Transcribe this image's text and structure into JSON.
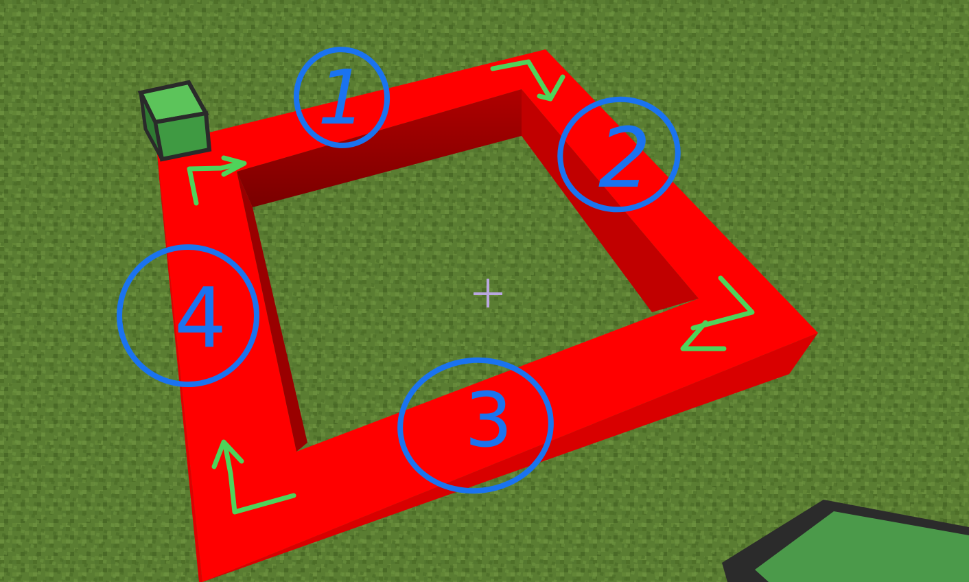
{
  "scene": {
    "ground_color": "#5a7d32",
    "ring_color": "#ff0000",
    "ring_inner_shade": "#a80000",
    "ring_side_shade": "#c80000",
    "annotation_circle_color": "#1a73f0",
    "annotation_arrow_color": "#4fd35a",
    "block_color": "#5cbf5a",
    "crosshair_color": "#b9a7e0"
  },
  "annotations": {
    "segment_1": "1",
    "segment_2": "2",
    "segment_3": "3",
    "segment_4": "4"
  },
  "icons": {
    "crosshair": "crosshair-icon",
    "arrow": "arrow-icon"
  }
}
